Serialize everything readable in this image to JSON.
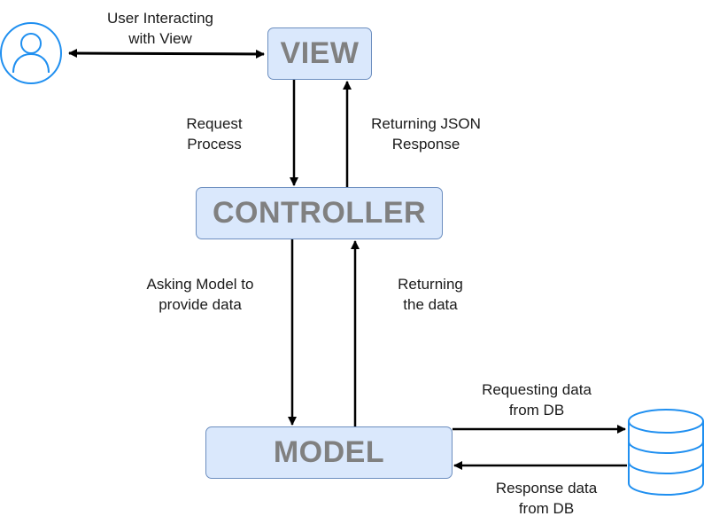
{
  "nodes": {
    "view": "VIEW",
    "controller": "CONTROLLER",
    "model": "MODEL"
  },
  "edges": {
    "user_view": [
      "User Interacting",
      "with View"
    ],
    "request_process": [
      "Request",
      "Process"
    ],
    "returning_json": [
      "Returning JSON",
      "Response"
    ],
    "asking_model": [
      "Asking Model to",
      "provide data"
    ],
    "returning_data": [
      "Returning",
      "the data"
    ],
    "requesting_db": [
      "Requesting data",
      "from DB"
    ],
    "response_db": [
      "Response data",
      "from DB"
    ]
  },
  "icons": {
    "user": "user-icon",
    "database": "database-icon"
  },
  "colors": {
    "node_fill": "#dae8fc",
    "node_stroke": "#6c8ebf",
    "node_text": "#808080",
    "icon_stroke": "#1f8ff0",
    "edge": "#000000"
  }
}
